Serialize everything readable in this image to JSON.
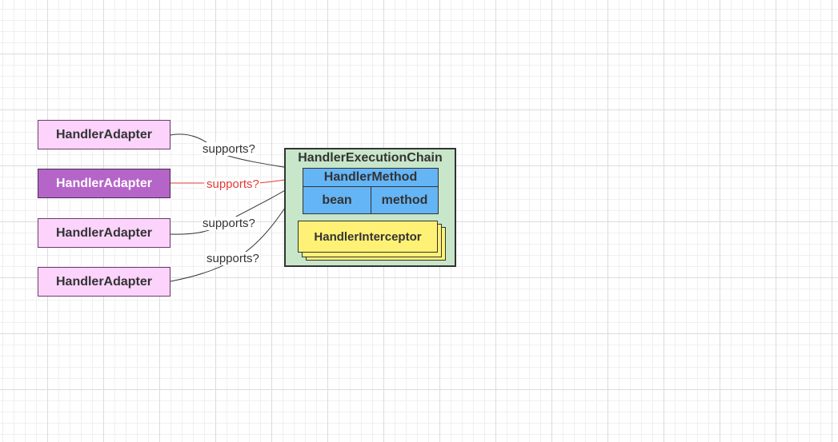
{
  "adapters": [
    {
      "label": "HandlerAdapter",
      "active": false
    },
    {
      "label": "HandlerAdapter",
      "active": true
    },
    {
      "label": "HandlerAdapter",
      "active": false
    },
    {
      "label": "HandlerAdapter",
      "active": false
    }
  ],
  "edges": [
    {
      "label": "supports?",
      "active": false
    },
    {
      "label": "supports?",
      "active": true
    },
    {
      "label": "supports?",
      "active": false
    },
    {
      "label": "supports?",
      "active": false
    }
  ],
  "chain": {
    "title": "HandlerExecutionChain",
    "handler_method": {
      "title": "HandlerMethod",
      "fields": [
        "bean",
        "method"
      ]
    },
    "interceptor": "HandlerInterceptor"
  },
  "colors": {
    "adapter_fill": "#fbd3fb",
    "adapter_active_fill": "#b565c8",
    "chain_fill": "#c8e6c9",
    "handler_method_fill": "#64b5f6",
    "interceptor_fill": "#fff176",
    "edge": "#333333",
    "edge_active": "#e53935"
  }
}
